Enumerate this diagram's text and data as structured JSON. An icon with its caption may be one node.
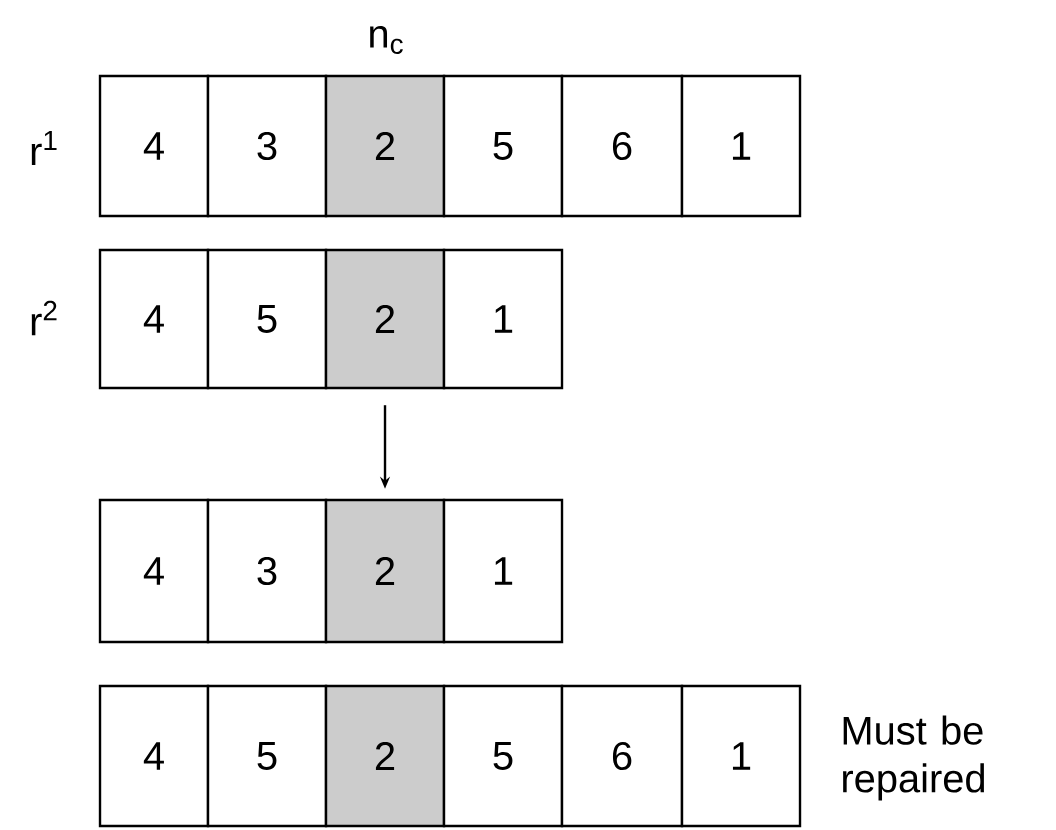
{
  "diagram": {
    "nodes": [
      {
        "text": [
          "4"
        ]
      },
      {
        "text": [
          "3"
        ]
      },
      {
        "text": [
          "2"
        ]
      },
      {
        "text": [
          "5"
        ]
      },
      {
        "text": [
          "6"
        ]
      },
      {
        "text": [
          "1"
        ]
      },
      {
        "text": [
          "4"
        ]
      },
      {
        "text": [
          "5"
        ]
      },
      {
        "text": [
          "2"
        ]
      },
      {
        "text": [
          "1"
        ]
      },
      {
        "text": [
          "4"
        ]
      },
      {
        "text": [
          "3"
        ]
      },
      {
        "text": [
          "2"
        ]
      },
      {
        "text": [
          "1"
        ]
      },
      {
        "text": [
          "4"
        ]
      },
      {
        "text": [
          "5"
        ]
      },
      {
        "text": [
          "2"
        ]
      },
      {
        "text": [
          "5"
        ]
      },
      {
        "text": [
          "6"
        ]
      },
      {
        "text": [
          "1"
        ]
      }
    ],
    "edges": [
      {
        "from": 8,
        "to": 12,
        "arrow": "to"
      }
    ],
    "labels": [
      "n$_{c}$",
      "r$^{1}$",
      "r$^{2}$",
      "Must be repaired"
    ]
  }
}
